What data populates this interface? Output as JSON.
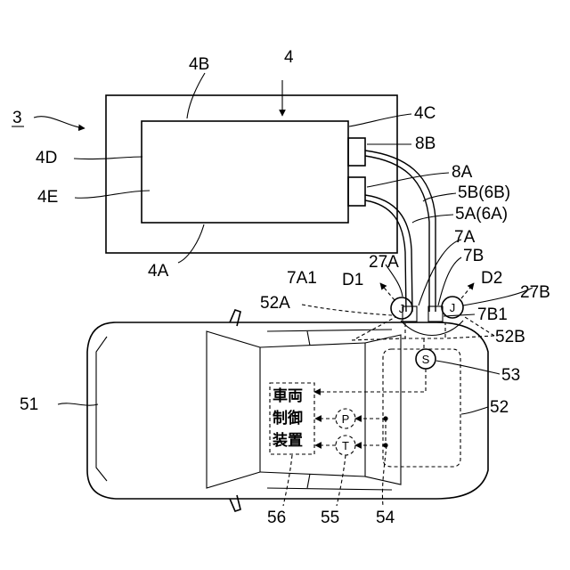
{
  "labels": {
    "l3": "3",
    "l4": "4",
    "l4A": "4A",
    "l4B": "4B",
    "l4C": "4C",
    "l4D": "4D",
    "l4E": "4E",
    "l8A": "8A",
    "l8B": "8B",
    "l5B": "5B(6B)",
    "l5A": "5A(6A)",
    "l7A": "7A",
    "l7B": "7B",
    "l7A1": "7A1",
    "l7B1": "7B1",
    "l27A": "27A",
    "l27B": "27B",
    "lD1": "D1",
    "lD2": "D2",
    "l52A": "52A",
    "l52B": "52B",
    "l52": "52",
    "l53": "53",
    "l51": "51",
    "l54": "54",
    "l55": "55",
    "l56": "56"
  },
  "circles": {
    "j": "J",
    "s": "S",
    "p": "P",
    "t": "T"
  },
  "controller_lines": [
    "車両",
    "制御",
    "装置"
  ]
}
